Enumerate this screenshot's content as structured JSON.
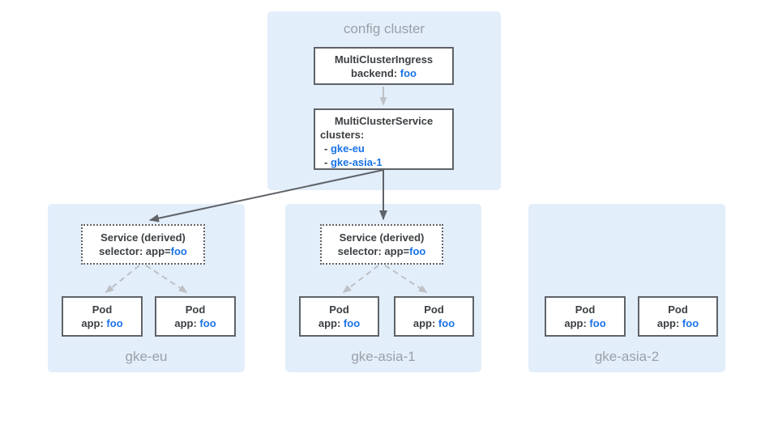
{
  "colors": {
    "panel_background": "#E3EEFB",
    "box_background": "#FFFFFF",
    "box_border": "#5F6368",
    "text_dark": "#3C4043",
    "text_blue": "#1A73E8",
    "text_muted": "#9AA0A6",
    "arrow_dark": "#5F6368",
    "arrow_light": "#BDC1C6"
  },
  "config_cluster": {
    "title": "config cluster",
    "multi_cluster_ingress": {
      "name": "MultiClusterIngress",
      "backend_label": "backend:",
      "backend_value": "foo"
    },
    "multi_cluster_service": {
      "name": "MultiClusterService",
      "clusters_label": "clusters:",
      "cluster_refs": [
        {
          "bullet": "-",
          "name": "gke-eu"
        },
        {
          "bullet": "-",
          "name": "gke-asia-1"
        }
      ]
    }
  },
  "clusters": [
    {
      "name": "gke-eu",
      "service": {
        "title": "Service (derived)",
        "selector_label": "selector: app=",
        "selector_value": "foo"
      },
      "pods": [
        {
          "title": "Pod",
          "app_label": "app:",
          "app_value": "foo"
        },
        {
          "title": "Pod",
          "app_label": "app:",
          "app_value": "foo"
        }
      ]
    },
    {
      "name": "gke-asia-1",
      "service": {
        "title": "Service (derived)",
        "selector_label": "selector: app=",
        "selector_value": "foo"
      },
      "pods": [
        {
          "title": "Pod",
          "app_label": "app:",
          "app_value": "foo"
        },
        {
          "title": "Pod",
          "app_label": "app:",
          "app_value": "foo"
        }
      ]
    },
    {
      "name": "gke-asia-2",
      "pods": [
        {
          "title": "Pod",
          "app_label": "app:",
          "app_value": "foo"
        },
        {
          "title": "Pod",
          "app_label": "app:",
          "app_value": "foo"
        }
      ]
    }
  ]
}
